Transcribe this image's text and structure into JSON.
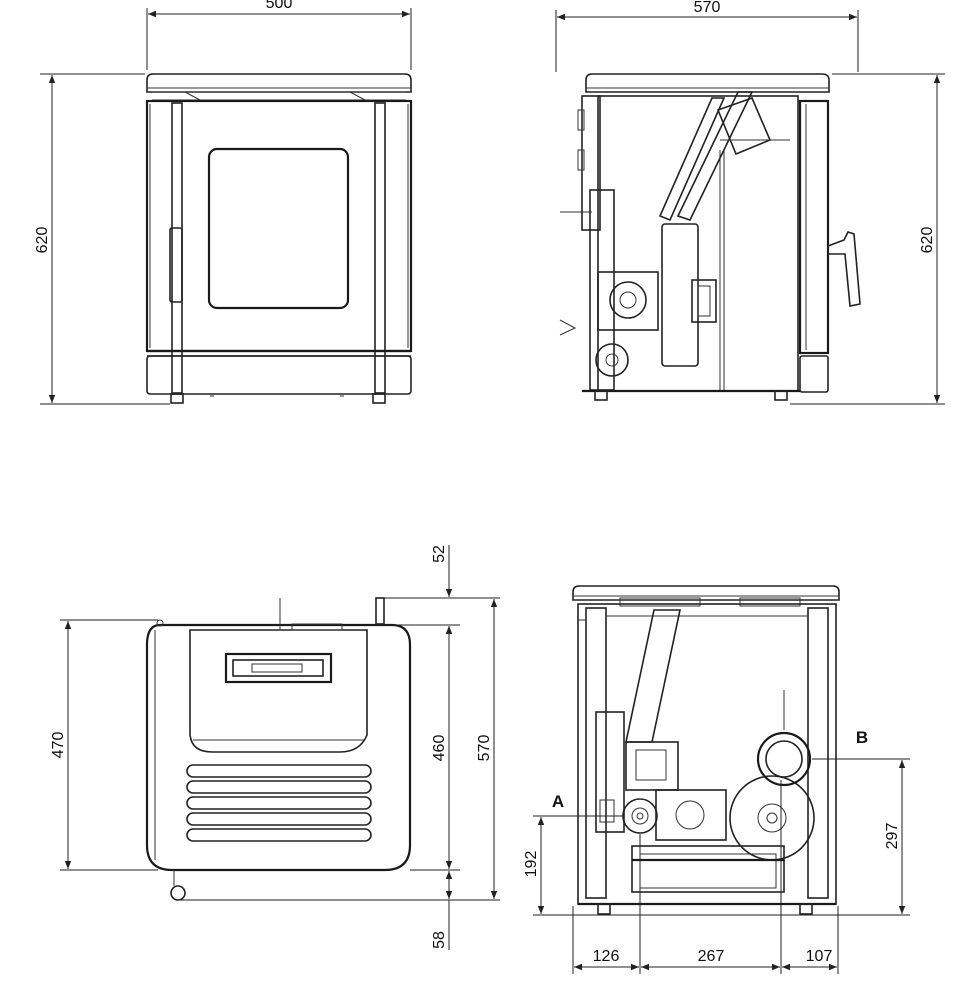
{
  "views": {
    "front": {
      "width_dim": "500",
      "height_dim": "620"
    },
    "side": {
      "depth_dim": "570",
      "height_dim": "620"
    },
    "top": {
      "depth_dim": "470",
      "top_offset_dim": "52",
      "inner_dim": "460",
      "overall_dim": "570",
      "bottom_offset_dim": "58"
    },
    "rear": {
      "label_a": "A",
      "label_b": "B",
      "height_a_dim": "192",
      "height_b_dim": "297",
      "left_dim": "126",
      "center_dim": "267",
      "right_dim": "107"
    }
  }
}
